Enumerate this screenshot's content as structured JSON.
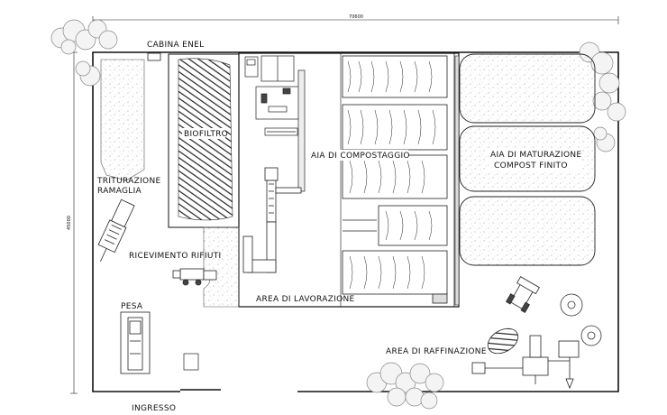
{
  "plan": {
    "dimension_width": "70600",
    "dimension_height": "45000",
    "labels": {
      "cabina_enel": "CABINA ENEL",
      "biofiltro": "BIOFILTRO",
      "aia_compostaggio": "AIA DI COMPOSTAGGIO",
      "aia_maturazione_1": "AIA DI MATURAZIONE",
      "aia_maturazione_2": "COMPOST FINITO",
      "triturazione_1": "TRITURAZIONE",
      "triturazione_2": "RAMAGLIA",
      "ricevimento": "RICEVIMENTO RIFIUTI",
      "area_lavorazione": "AREA DI LAVORAZIONE",
      "pesa": "PESA",
      "raffinazione": "AREA DI RAFFINAZIONE",
      "ingresso": "INGRESSO"
    }
  }
}
